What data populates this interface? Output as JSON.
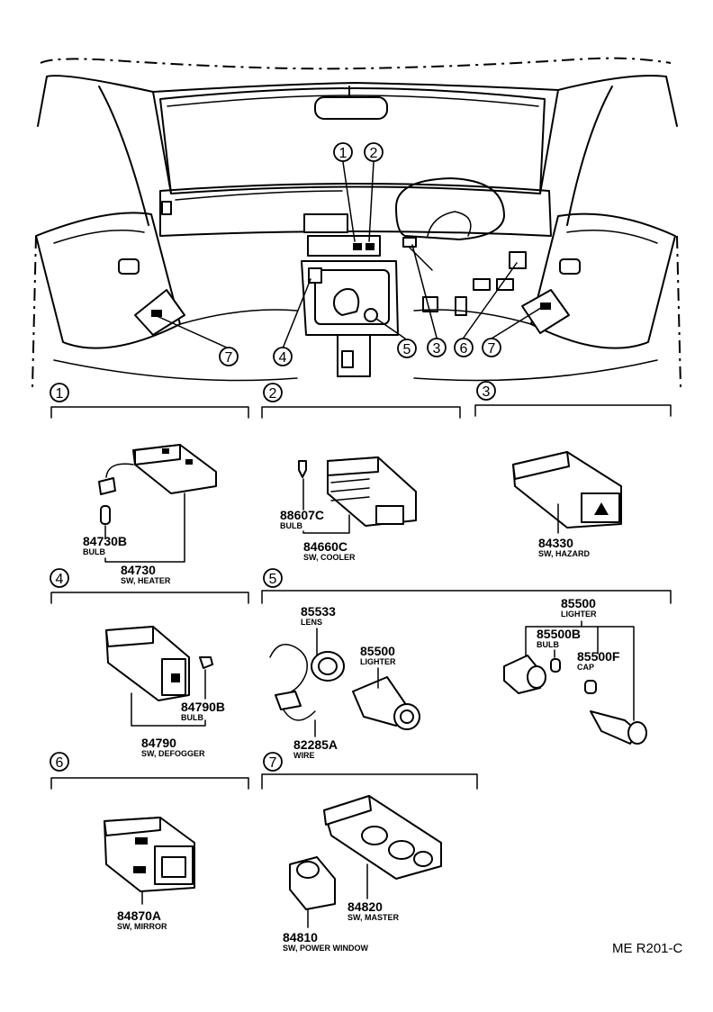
{
  "callout_numbers": [
    "1",
    "2",
    "3",
    "4",
    "5",
    "6",
    "7"
  ],
  "sections": [
    {
      "num": "1",
      "parts": [
        {
          "number": "84730B",
          "desc": "BULB"
        },
        {
          "number": "84730",
          "desc": "SW, HEATER"
        }
      ]
    },
    {
      "num": "2",
      "parts": [
        {
          "number": "88607C",
          "desc": "BULB"
        },
        {
          "number": "84660C",
          "desc": "SW, COOLER"
        }
      ]
    },
    {
      "num": "3",
      "parts": [
        {
          "number": "84330",
          "desc": "SW, HAZARD"
        }
      ]
    },
    {
      "num": "4",
      "parts": [
        {
          "number": "84790B",
          "desc": "BULB"
        },
        {
          "number": "84790",
          "desc": "SW, DEFOGGER"
        }
      ]
    },
    {
      "num": "5",
      "parts": [
        {
          "number": "85533",
          "desc": "LENS"
        },
        {
          "number": "85500",
          "desc": "LIGHTER"
        },
        {
          "number": "82285A",
          "desc": "WIRE"
        },
        {
          "number": "85500",
          "desc": "LIGHTER"
        },
        {
          "number": "85500B",
          "desc": "BULB"
        },
        {
          "number": "85500F",
          "desc": "CAP"
        }
      ]
    },
    {
      "num": "6",
      "parts": [
        {
          "number": "84870A",
          "desc": "SW, MIRROR"
        }
      ]
    },
    {
      "num": "7",
      "parts": [
        {
          "number": "84820",
          "desc": "SW, MASTER"
        },
        {
          "number": "84810",
          "desc": "SW, POWER WINDOW"
        }
      ]
    }
  ],
  "diagram_ref": "ME R201-C"
}
